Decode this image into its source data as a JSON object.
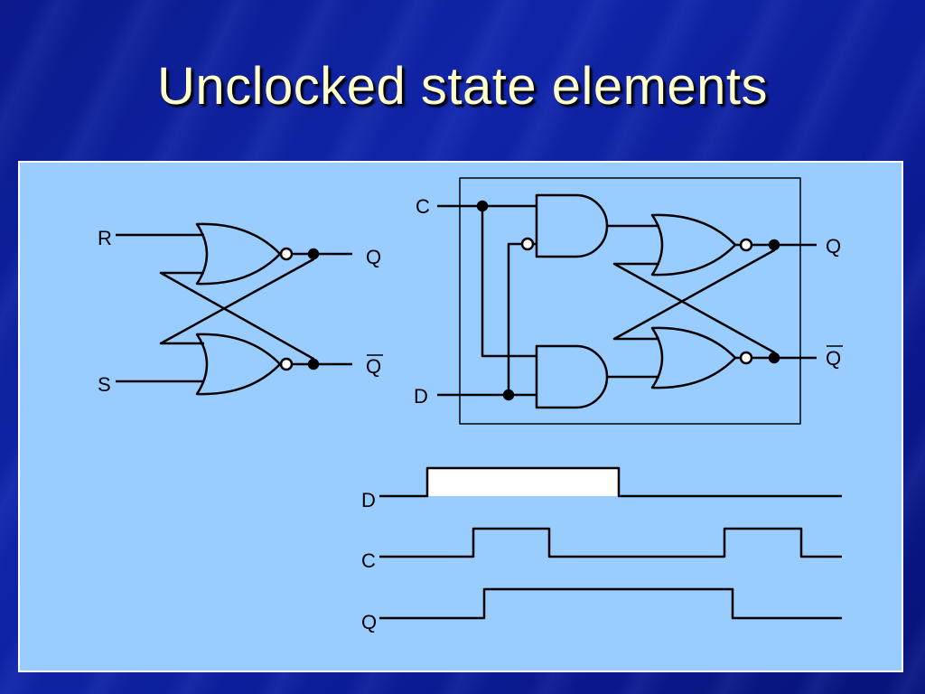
{
  "slide": {
    "title": "Unclocked state elements"
  },
  "colors": {
    "background": "#0b1c96",
    "panel": "#99ccff",
    "title_text": "#ffffcc",
    "ink": "#000000",
    "d_pulse_fill": "#ffffff"
  },
  "sr_latch": {
    "label_r": "R",
    "label_s": "S",
    "label_q": "Q",
    "label_qbar": "Q"
  },
  "d_latch": {
    "label_c": "C",
    "label_d": "D",
    "label_q": "Q",
    "label_qbar": "Q"
  },
  "timing": {
    "label_d": "D",
    "label_c": "C",
    "label_q": "Q"
  }
}
